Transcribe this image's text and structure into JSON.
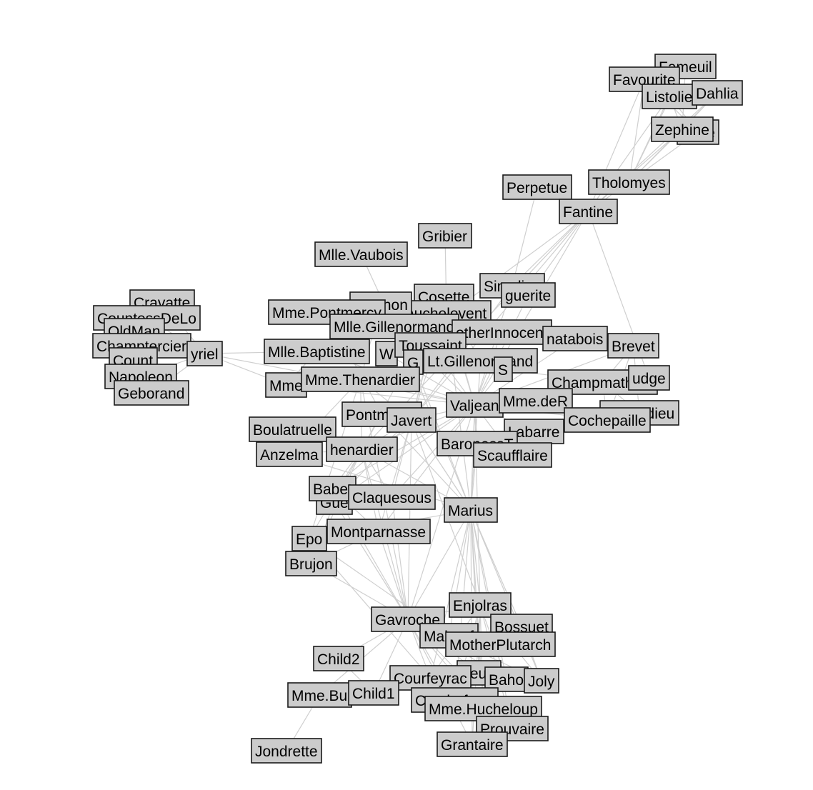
{
  "colors": {
    "node_fill": "#cccccc",
    "node_border": "#1a1a1a",
    "edge": "#cfcfcf",
    "arrow": "#a8a8a8"
  },
  "nodes": [
    {
      "id": "Fameuil",
      "label": "Fameuil"
    },
    {
      "id": "Favourite",
      "label": "Favourite"
    },
    {
      "id": "Listolier",
      "label": "Listolie"
    },
    {
      "id": "Dahlia",
      "label": "Dahlia"
    },
    {
      "id": "Blacheville",
      "label": "eville"
    },
    {
      "id": "Zephine",
      "label": "Zephine"
    },
    {
      "id": "Tholomyes",
      "label": "Tholomyes"
    },
    {
      "id": "Perpetue",
      "label": "Perpetue"
    },
    {
      "id": "Fantine",
      "label": "Fantine"
    },
    {
      "id": "Gribier",
      "label": "Gribier"
    },
    {
      "id": "MlleVaubois",
      "label": "Mlle.Vaubois"
    },
    {
      "id": "Simplice",
      "label": "Simplice"
    },
    {
      "id": "Marguerite",
      "label": "guerite"
    },
    {
      "id": "Cosette",
      "label": "Cosette"
    },
    {
      "id": "Fauchelevent",
      "label": "auchelevent"
    },
    {
      "id": "Magnon",
      "label": "Magnon"
    },
    {
      "id": "MmePontmercy",
      "label": "Mme.Pontmercy"
    },
    {
      "id": "MlleGillenormand",
      "label": "Mlle.Gillenormand"
    },
    {
      "id": "MotherInnocent",
      "label": "otherInnocent"
    },
    {
      "id": "Chenildieu",
      "label": "natabois"
    },
    {
      "id": "Brevet",
      "label": "Brevet"
    },
    {
      "id": "Cravatte",
      "label": "Cravatte"
    },
    {
      "id": "CountessDeLo",
      "label": "CountessDeLo"
    },
    {
      "id": "OldMan",
      "label": "OldMan"
    },
    {
      "id": "Champtercier",
      "label": "Champtercier"
    },
    {
      "id": "Myriel",
      "label": "yriel"
    },
    {
      "id": "Count",
      "label": "Count"
    },
    {
      "id": "Napoleon",
      "label": "Napoleon"
    },
    {
      "id": "Geborand",
      "label": "Geborand"
    },
    {
      "id": "MlleBaptistine",
      "label": "Mlle.Baptistine"
    },
    {
      "id": "Woman1",
      "label": "W"
    },
    {
      "id": "Toussaint",
      "label": "Toussaint"
    },
    {
      "id": "Gillenormand",
      "label": "G"
    },
    {
      "id": "LtGillenormand",
      "label": "Lt.Gillenormand"
    },
    {
      "id": "Judge",
      "label": "S"
    },
    {
      "id": "Champmathieu",
      "label": "Champmathieu"
    },
    {
      "id": "Bamatabois",
      "label": "udge"
    },
    {
      "id": "MmeMagloire",
      "label": "Mme"
    },
    {
      "id": "MmeThenardier",
      "label": "Mme.Thenardier"
    },
    {
      "id": "Valjean",
      "label": "Valjean"
    },
    {
      "id": "MmeDeR",
      "label": "Mme.deR"
    },
    {
      "id": "Chenildieu2",
      "label": "Chenildieu"
    },
    {
      "id": "Cochepaille",
      "label": "Cochepaille"
    },
    {
      "id": "Pontmercy",
      "label": "Pontmercy"
    },
    {
      "id": "Javert",
      "label": "Javert"
    },
    {
      "id": "Boulatruelle",
      "label": "Boulatruelle"
    },
    {
      "id": "Labarre",
      "label": "Labarre"
    },
    {
      "id": "BaronessT",
      "label": "BaronessT"
    },
    {
      "id": "Scaufflaire",
      "label": "Scaufflaire"
    },
    {
      "id": "Anzelma",
      "label": "Anzelma"
    },
    {
      "id": "Thenardier",
      "label": "henardier"
    },
    {
      "id": "Gueulemer",
      "label": "Gue"
    },
    {
      "id": "Babet",
      "label": "Babet"
    },
    {
      "id": "Claquesous",
      "label": "Claquesous"
    },
    {
      "id": "Marius",
      "label": "Marius"
    },
    {
      "id": "Eponine",
      "label": "Epo"
    },
    {
      "id": "Montparnasse",
      "label": "Montparnasse"
    },
    {
      "id": "Brujon",
      "label": "Brujon"
    },
    {
      "id": "Enjolras",
      "label": "Enjolras"
    },
    {
      "id": "Gavroche",
      "label": "Gavroche"
    },
    {
      "id": "Bossuet",
      "label": "Bossuet"
    },
    {
      "id": "Mabeuf",
      "label": "Mabeuf"
    },
    {
      "id": "MotherPlutarch",
      "label": "MotherPlutarch"
    },
    {
      "id": "Child2",
      "label": "Child2"
    },
    {
      "id": "Feuilly",
      "label": "Feuill"
    },
    {
      "id": "Courfeyrac",
      "label": "Courfeyrac"
    },
    {
      "id": "Bahorel",
      "label": "Baho"
    },
    {
      "id": "Joly",
      "label": "Joly"
    },
    {
      "id": "MmeBurgon",
      "label": "Mme.Bu"
    },
    {
      "id": "Child1",
      "label": "Child1"
    },
    {
      "id": "Combeferre",
      "label": "Combeferre"
    },
    {
      "id": "MmeHucheloup",
      "label": "Mme.Hucheloup"
    },
    {
      "id": "Prouvaire",
      "label": "Prouvaire"
    },
    {
      "id": "Grantaire",
      "label": "Grantaire"
    },
    {
      "id": "Jondrette",
      "label": "Jondrette"
    }
  ],
  "edges": [
    [
      "Favourite",
      "Tholomyes"
    ],
    [
      "Listolier",
      "Tholomyes"
    ],
    [
      "Dahlia",
      "Tholomyes"
    ],
    [
      "Zephine",
      "Tholomyes"
    ],
    [
      "Blacheville",
      "Tholomyes"
    ],
    [
      "Fameuil",
      "Tholomyes"
    ],
    [
      "Favourite",
      "Dahlia"
    ],
    [
      "Zephine",
      "Dahlia"
    ],
    [
      "Listolier",
      "Zephine"
    ],
    [
      "Fameuil",
      "Zephine"
    ],
    [
      "Favourite",
      "Blacheville"
    ],
    [
      "Listolier",
      "Blacheville"
    ],
    [
      "Favourite",
      "Fantine"
    ],
    [
      "Listolier",
      "Fantine"
    ],
    [
      "Zephine",
      "Fantine"
    ],
    [
      "Dahlia",
      "Fantine"
    ],
    [
      "Tholomyes",
      "Fantine"
    ],
    [
      "Fantine",
      "Valjean"
    ],
    [
      "Fantine",
      "Javert"
    ],
    [
      "Fantine",
      "Simplice"
    ],
    [
      "Fantine",
      "Marguerite"
    ],
    [
      "Fantine",
      "MmeThenardier"
    ],
    [
      "Fantine",
      "Thenardier"
    ],
    [
      "Fantine",
      "Bamatabois"
    ],
    [
      "Perpetue",
      "Simplice"
    ],
    [
      "Simplice",
      "Valjean"
    ],
    [
      "Simplice",
      "Javert"
    ],
    [
      "Marguerite",
      "Valjean"
    ],
    [
      "Gribier",
      "Fauchelevent"
    ],
    [
      "MlleVaubois",
      "MlleGillenormand"
    ],
    [
      "Cosette",
      "Valjean"
    ],
    [
      "Cosette",
      "Marius"
    ],
    [
      "Cosette",
      "Javert"
    ],
    [
      "Cosette",
      "Thenardier"
    ],
    [
      "Cosette",
      "Gillenormand"
    ],
    [
      "Fauchelevent",
      "Valjean"
    ],
    [
      "Fauchelevent",
      "Javert"
    ],
    [
      "MotherInnocent",
      "Valjean"
    ],
    [
      "MotherInnocent",
      "Fauchelevent"
    ],
    [
      "Magnon",
      "MmeThenardier"
    ],
    [
      "MmePontmercy",
      "Pontmercy"
    ],
    [
      "MlleGillenormand",
      "Gillenormand"
    ],
    [
      "MlleGillenormand",
      "Valjean"
    ],
    [
      "MlleGillenormand",
      "Marius"
    ],
    [
      "Myriel",
      "MlleBaptistine"
    ],
    [
      "Myriel",
      "MmeMagloire"
    ],
    [
      "Myriel",
      "Valjean"
    ],
    [
      "Napoleon",
      "Myriel"
    ],
    [
      "CountessDeLo",
      "Myriel"
    ],
    [
      "Geborand",
      "Myriel"
    ],
    [
      "Champtercier",
      "Myriel"
    ],
    [
      "Cravatte",
      "Myriel"
    ],
    [
      "Count",
      "Myriel"
    ],
    [
      "OldMan",
      "Myriel"
    ],
    [
      "MlleBaptistine",
      "Valjean"
    ],
    [
      "MmeMagloire",
      "Valjean"
    ],
    [
      "MlleBaptistine",
      "MmeMagloire"
    ],
    [
      "Woman1",
      "Valjean"
    ],
    [
      "Toussaint",
      "Valjean"
    ],
    [
      "Toussaint",
      "Javert"
    ],
    [
      "Toussaint",
      "Cosette"
    ],
    [
      "Gillenormand",
      "Marius"
    ],
    [
      "LtGillenormand",
      "Gillenormand"
    ],
    [
      "LtGillenormand",
      "Marius"
    ],
    [
      "LtGillenormand",
      "Cosette"
    ],
    [
      "Judge",
      "Valjean"
    ],
    [
      "Champmathieu",
      "Valjean"
    ],
    [
      "Brevet",
      "Valjean"
    ],
    [
      "Brevet",
      "Champmathieu"
    ],
    [
      "Brevet",
      "Chenildieu2"
    ],
    [
      "Brevet",
      "Cochepaille"
    ],
    [
      "Chenildieu",
      "Valjean"
    ],
    [
      "Chenildieu2",
      "Champmathieu"
    ],
    [
      "Cochepaille",
      "Valjean"
    ],
    [
      "Cochepaille",
      "Champmathieu"
    ],
    [
      "Bamatabois",
      "Valjean"
    ],
    [
      "Judge",
      "Champmathieu"
    ],
    [
      "MmeThenardier",
      "Valjean"
    ],
    [
      "MmeThenardier",
      "Thenardier"
    ],
    [
      "MmeThenardier",
      "Javert"
    ],
    [
      "MmeDeR",
      "Valjean"
    ],
    [
      "Pontmercy",
      "Marius"
    ],
    [
      "Pontmercy",
      "Thenardier"
    ],
    [
      "Javert",
      "Valjean"
    ],
    [
      "Boulatruelle",
      "Thenardier"
    ],
    [
      "Labarre",
      "Valjean"
    ],
    [
      "BaronessT",
      "Marius"
    ],
    [
      "BaronessT",
      "Valjean"
    ],
    [
      "Scaufflaire",
      "Valjean"
    ],
    [
      "Anzelma",
      "Thenardier"
    ],
    [
      "Anzelma",
      "MmeThenardier"
    ],
    [
      "Anzelma",
      "Marius"
    ],
    [
      "Thenardier",
      "Valjean"
    ],
    [
      "Thenardier",
      "Javert"
    ],
    [
      "Thenardier",
      "Marius"
    ],
    [
      "Gueulemer",
      "Thenardier"
    ],
    [
      "Gueulemer",
      "Valjean"
    ],
    [
      "Gueulemer",
      "Javert"
    ],
    [
      "Babet",
      "Thenardier"
    ],
    [
      "Babet",
      "Valjean"
    ],
    [
      "Babet",
      "Javert"
    ],
    [
      "Claquesous",
      "Thenardier"
    ],
    [
      "Claquesous",
      "Valjean"
    ],
    [
      "Claquesous",
      "Javert"
    ],
    [
      "Claquesous",
      "Babet"
    ],
    [
      "Montparnasse",
      "Thenardier"
    ],
    [
      "Montparnasse",
      "Valjean"
    ],
    [
      "Montparnasse",
      "Javert"
    ],
    [
      "Montparnasse",
      "Babet"
    ],
    [
      "Brujon",
      "Thenardier"
    ],
    [
      "Brujon",
      "Gueulemer"
    ],
    [
      "Brujon",
      "Montparnasse"
    ],
    [
      "Eponine",
      "Marius"
    ],
    [
      "Eponine",
      "Thenardier"
    ],
    [
      "Eponine",
      "Montparnasse"
    ],
    [
      "Eponine",
      "MmeThenardier"
    ],
    [
      "Marius",
      "Valjean"
    ],
    [
      "Marius",
      "Javert"
    ],
    [
      "Gavroche",
      "Thenardier"
    ],
    [
      "Gavroche",
      "Valjean"
    ],
    [
      "Gavroche",
      "Javert"
    ],
    [
      "Gavroche",
      "Marius"
    ],
    [
      "Gavroche",
      "MmeThenardier"
    ],
    [
      "Gavroche",
      "Montparnasse"
    ],
    [
      "Gavroche",
      "Brujon"
    ],
    [
      "Gavroche",
      "Babet"
    ],
    [
      "Gavroche",
      "Gueulemer"
    ],
    [
      "Gavroche",
      "Claquesous"
    ],
    [
      "Enjolras",
      "Marius"
    ],
    [
      "Enjolras",
      "Valjean"
    ],
    [
      "Enjolras",
      "Javert"
    ],
    [
      "Enjolras",
      "Gavroche"
    ],
    [
      "Bossuet",
      "Marius"
    ],
    [
      "Bossuet",
      "Enjolras"
    ],
    [
      "Mabeuf",
      "Marius"
    ],
    [
      "Mabeuf",
      "Gavroche"
    ],
    [
      "Mabeuf",
      "Eponine"
    ],
    [
      "MotherPlutarch",
      "Mabeuf"
    ],
    [
      "Courfeyrac",
      "Marius"
    ],
    [
      "Courfeyrac",
      "Enjolras"
    ],
    [
      "Courfeyrac",
      "Gavroche"
    ],
    [
      "Courfeyrac",
      "Eponine"
    ],
    [
      "Feuilly",
      "Marius"
    ],
    [
      "Feuilly",
      "Gavroche"
    ],
    [
      "Feuilly",
      "Enjolras"
    ],
    [
      "Bahorel",
      "Marius"
    ],
    [
      "Bahorel",
      "Gavroche"
    ],
    [
      "Bahorel",
      "Enjolras"
    ],
    [
      "Joly",
      "Marius"
    ],
    [
      "Joly",
      "Enjolras"
    ],
    [
      "Joly",
      "Gavroche"
    ],
    [
      "Joly",
      "Bossuet"
    ],
    [
      "Combeferre",
      "Marius"
    ],
    [
      "Combeferre",
      "Enjolras"
    ],
    [
      "Combeferre",
      "Gavroche"
    ],
    [
      "Prouvaire",
      "Enjolras"
    ],
    [
      "Prouvaire",
      "Gavroche"
    ],
    [
      "Prouvaire",
      "Marius"
    ],
    [
      "Grantaire",
      "Enjolras"
    ],
    [
      "Grantaire",
      "Gavroche"
    ],
    [
      "Grantaire",
      "Marius"
    ],
    [
      "MmeHucheloup",
      "Gavroche"
    ],
    [
      "MmeHucheloup",
      "Enjolras"
    ],
    [
      "MmeHucheloup",
      "Marius"
    ],
    [
      "MmeBurgon",
      "Gavroche"
    ],
    [
      "MmeBurgon",
      "Jondrette"
    ],
    [
      "Child1",
      "Gavroche"
    ],
    [
      "Child2",
      "Gavroche"
    ],
    [
      "Child2",
      "Child1"
    ],
    [
      "MmeBurgon",
      "Child1"
    ],
    [
      "Javert",
      "Marius"
    ],
    [
      "Valjean",
      "Marius"
    ]
  ]
}
